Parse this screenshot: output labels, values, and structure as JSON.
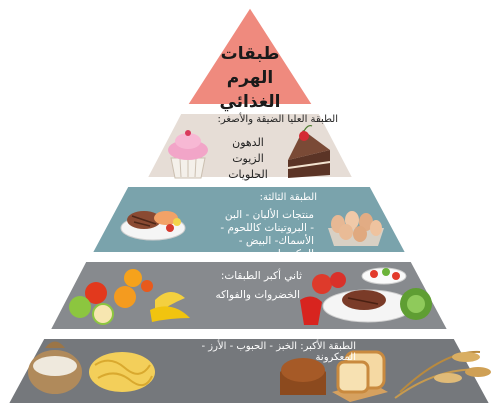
{
  "pyramid": {
    "title_lines": [
      "طبقات",
      "الهرم",
      "الغذائي"
    ],
    "tier2": {
      "heading": "الطبقة العليا الضيقة والأصغر:",
      "items": [
        "الدهون",
        "الزيوت",
        "الحلويات"
      ]
    },
    "tier3": {
      "heading": "الطبقة الثالثة:",
      "lines": [
        "منتجات الألبان - البن",
        "- البروتينات كاللحوم -",
        "الأسماك- البيض - المكسرات"
      ]
    },
    "tier4": {
      "heading": "ثاني أكبر الطبقات:",
      "items": "الخضروات والفواكه"
    },
    "tier5": {
      "heading": "الطبقة الأكبر: الخبز - الحبوب - الأرز - المعكرونة"
    }
  },
  "colors": {
    "apex": "#ef8a7e",
    "tier2": "#e6ddd6",
    "tier3": "#7aa3ac",
    "tier4": "#878a8e",
    "tier5": "#75787c"
  }
}
